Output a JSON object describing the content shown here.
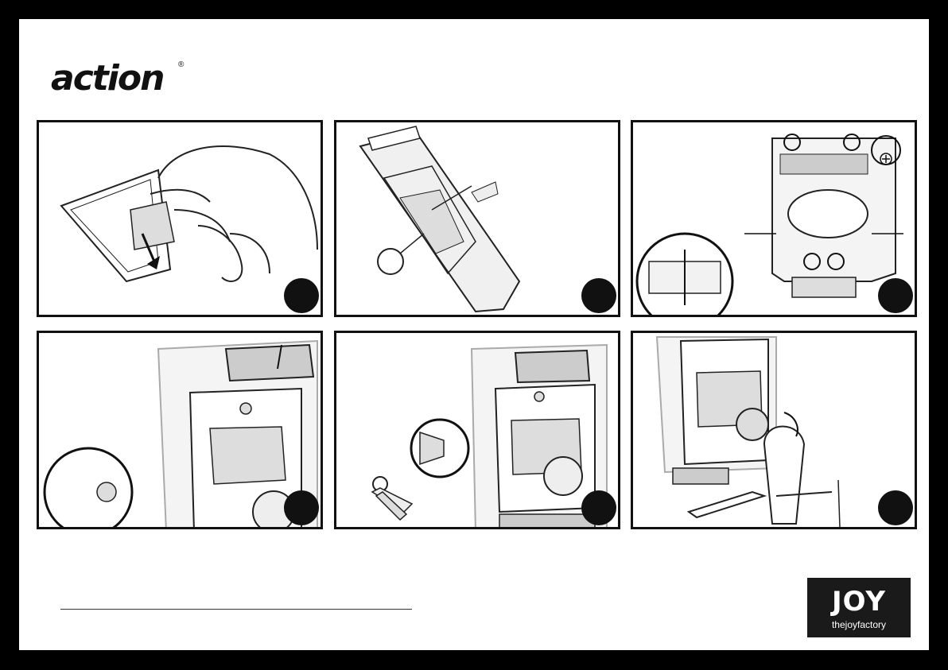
{
  "brand": {
    "product_logo": "action",
    "registered_mark": "®"
  },
  "footer": {
    "company_logo": {
      "mark": "JOY",
      "tagline": "thejoyfactory"
    }
  },
  "steps": [
    {
      "number": "",
      "illustration": "peel-adhesive-backing"
    },
    {
      "number": "",
      "illustration": "attach-ball-mount-to-cradle"
    },
    {
      "number": "",
      "illustration": "adjust-cradle-screws"
    },
    {
      "number": "",
      "illustration": "insert-tablet-slide-top"
    },
    {
      "number": "",
      "illustration": "lock-with-key"
    },
    {
      "number": "",
      "illustration": "mount-to-arm-clamp"
    }
  ],
  "colors": {
    "frame": "#000000",
    "panel_border": "#111111",
    "badge": "#111111",
    "logo_background": "#1a1a1a"
  }
}
